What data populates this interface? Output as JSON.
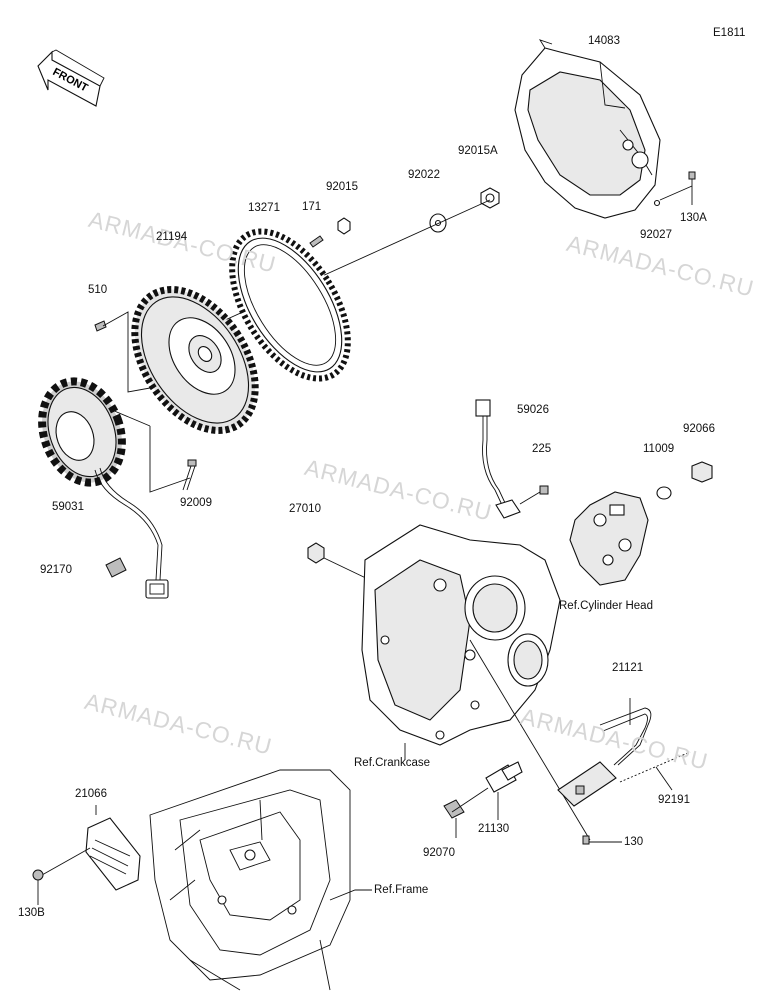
{
  "diagram_code": "E1811",
  "front_label": "FRONT",
  "watermark": "ARMADA-CO.RU",
  "labels": {
    "p14083": "14083",
    "p92015A": "92015A",
    "p92022": "92022",
    "p92015": "92015",
    "p171": "171",
    "p13271": "13271",
    "p21194": "21194",
    "p510": "510",
    "p130A": "130A",
    "p92027": "92027",
    "p59026": "59026",
    "p225": "225",
    "p11009": "11009",
    "p92066": "92066",
    "p59031": "59031",
    "p92009": "92009",
    "p27010": "27010",
    "p92170": "92170",
    "p21121": "21121",
    "p92191": "92191",
    "p21130": "21130",
    "p130": "130",
    "p92070": "92070",
    "p21066": "21066",
    "p130B": "130B"
  },
  "refs": {
    "cylinder_head": "Ref.Cylinder Head",
    "crankcase": "Ref.Crankcase",
    "frame": "Ref.Frame"
  }
}
